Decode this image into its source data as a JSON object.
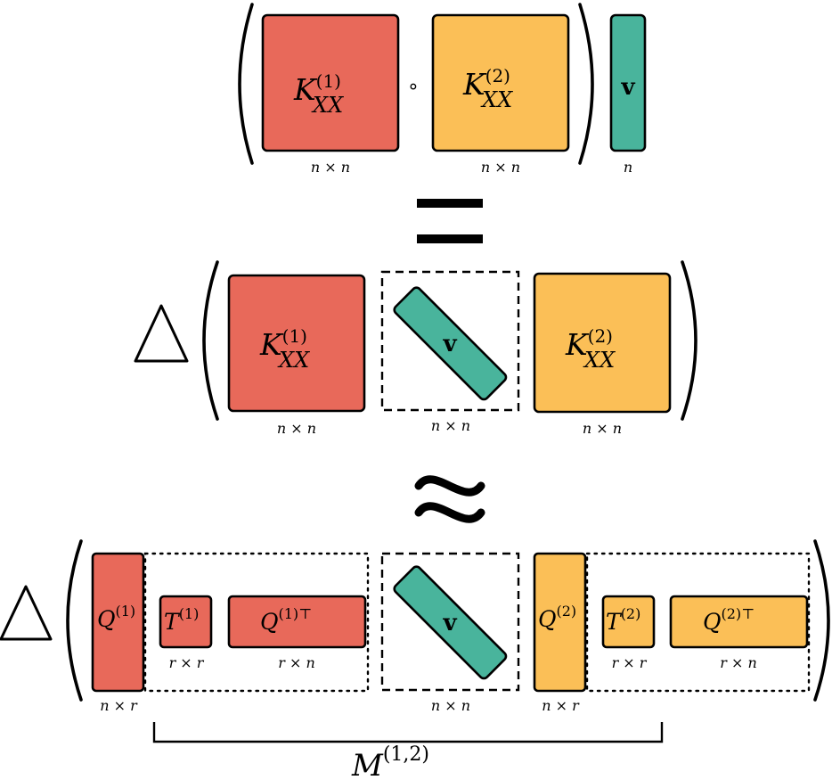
{
  "top_row": {
    "k1": {
      "base": "K",
      "sup": "(1)",
      "sub": "XX"
    },
    "hadamard": "∘",
    "k2": {
      "base": "K",
      "sup": "(2)",
      "sub": "XX"
    },
    "vector": "v",
    "dims": [
      "n × n",
      "n × n",
      "n"
    ]
  },
  "relations": {
    "equals": "=",
    "approx": "≈"
  },
  "middle_row": {
    "operator": "△",
    "k1": {
      "base": "K",
      "sup": "(1)",
      "sub": "XX"
    },
    "diag": "v",
    "k2": {
      "base": "K",
      "sup": "(2)",
      "sub": "XX"
    },
    "dims": [
      "n × n",
      "n × n",
      "n × n"
    ]
  },
  "bottom_row": {
    "operator": "△",
    "q1": {
      "base": "Q",
      "sup": "(1)"
    },
    "t1": {
      "base": "T",
      "sup": "(1)"
    },
    "q1t": {
      "base": "Q",
      "sup": "(1)⊤"
    },
    "diag": "v",
    "q2": {
      "base": "Q",
      "sup": "(2)"
    },
    "t2": {
      "base": "T",
      "sup": "(2)"
    },
    "q2t": {
      "base": "Q",
      "sup": "(2)⊤"
    },
    "dims": {
      "q1": "n × r",
      "t1": "r × r",
      "q1t": "r × n",
      "diag": "n × n",
      "q2": "n × r",
      "t2": "r × r",
      "q2t": "r × n"
    },
    "brace_label": {
      "base": "M",
      "sup": "(1,2)"
    }
  }
}
